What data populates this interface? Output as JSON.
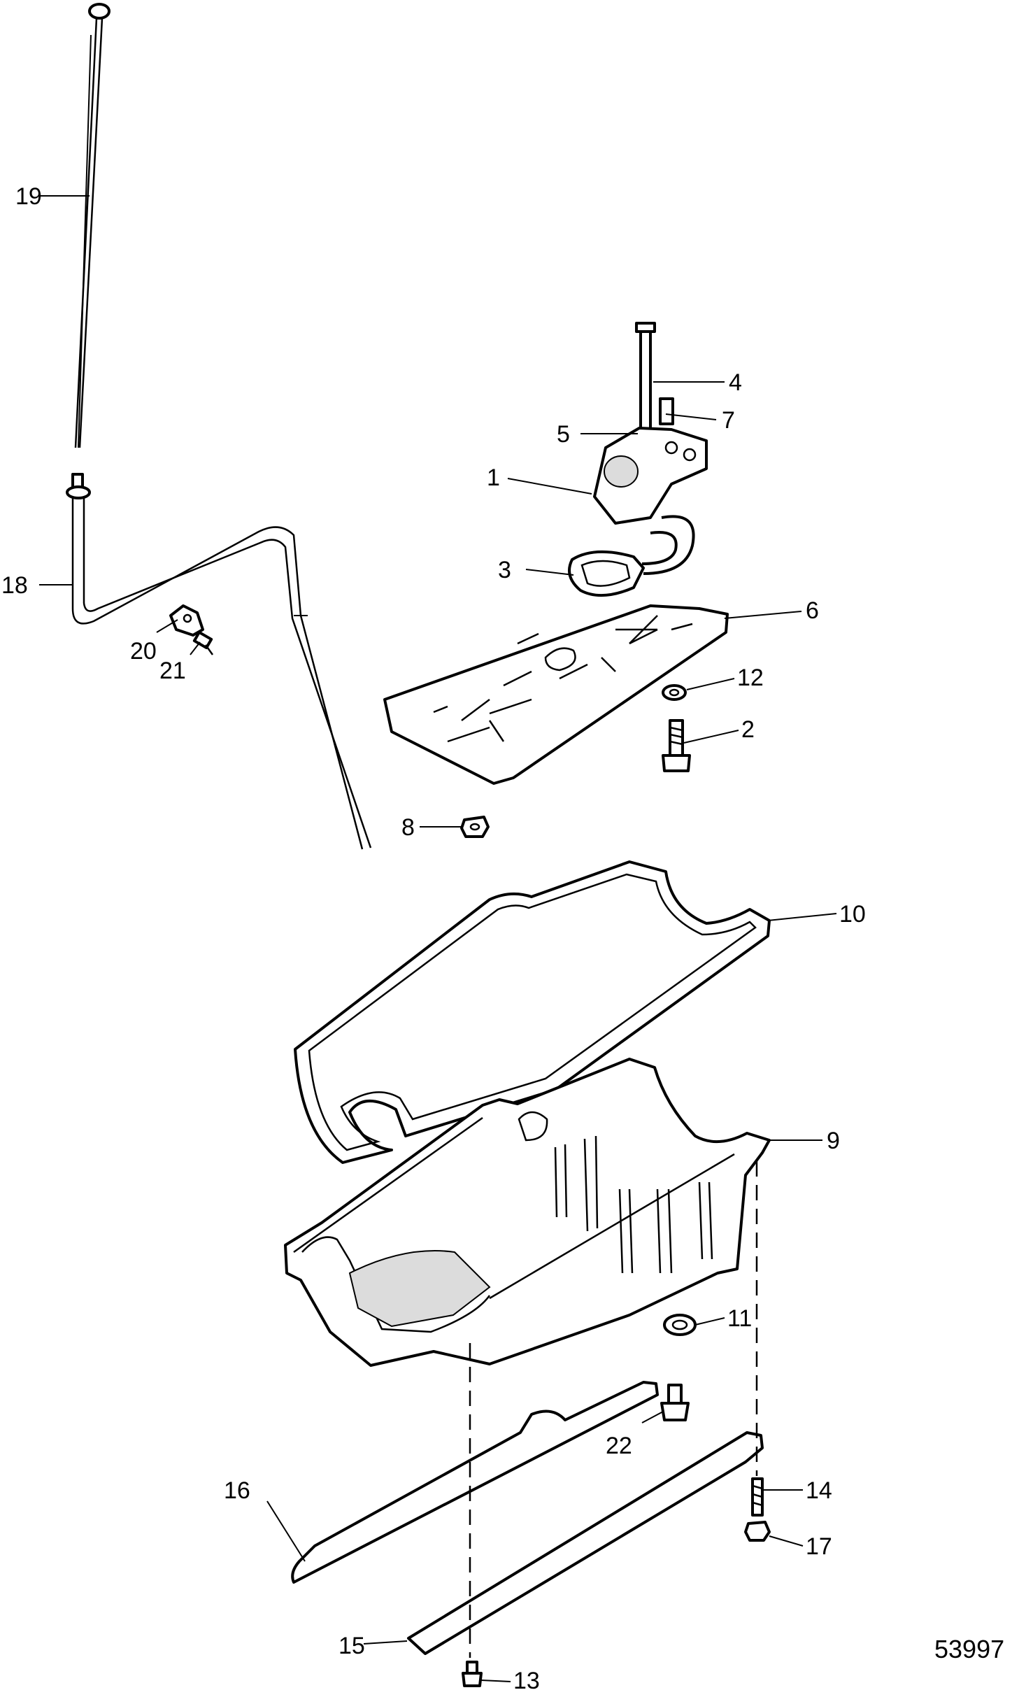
{
  "figure_number": "53997",
  "callouts": [
    "1",
    "2",
    "3",
    "4",
    "5",
    "6",
    "7",
    "8",
    "9",
    "10",
    "11",
    "12",
    "13",
    "14",
    "15",
    "16",
    "17",
    "18",
    "19",
    "20",
    "21",
    "22"
  ]
}
